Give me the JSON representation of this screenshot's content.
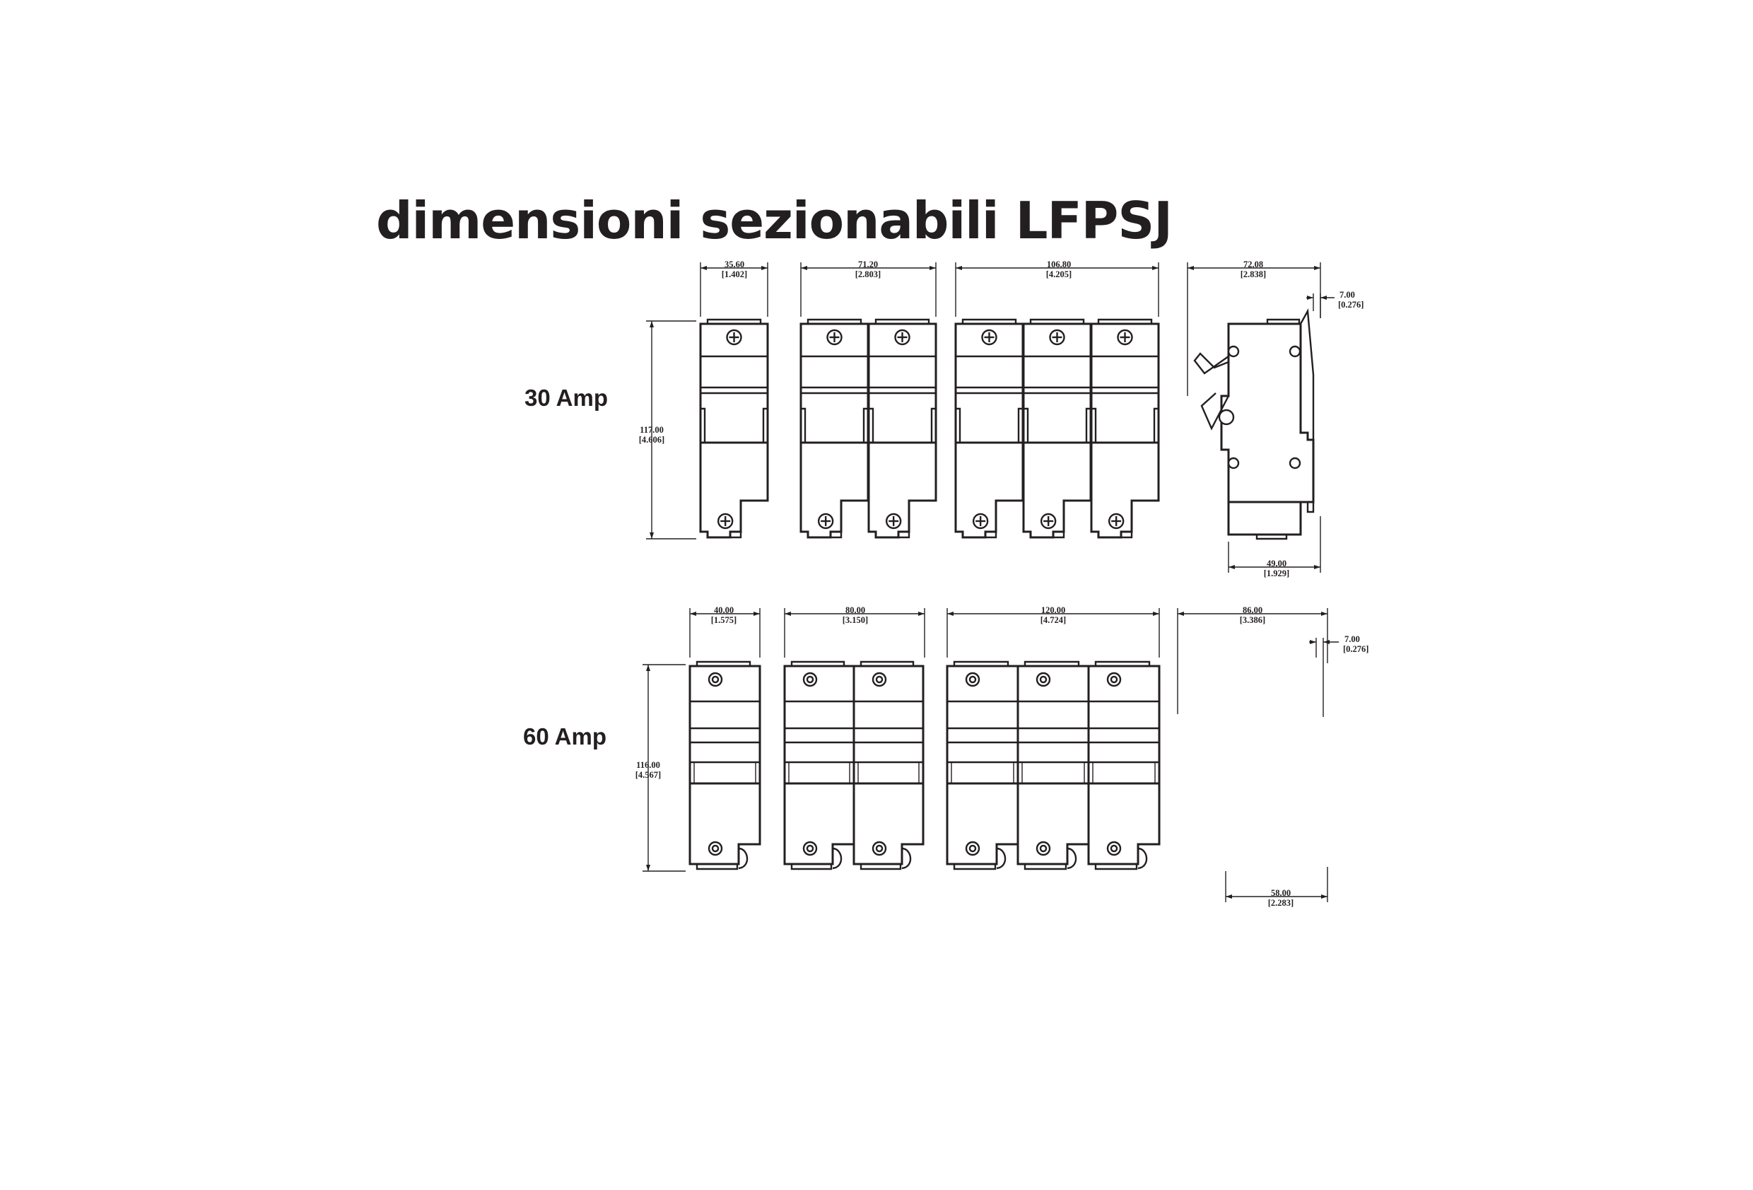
{
  "title": "dimensioni sezionabili LFPSJ",
  "rows": [
    {
      "label": "30 Amp",
      "height_dim": {
        "mm": "117.00",
        "in": "[4.606]"
      },
      "width_dims": [
        {
          "mm": "35.60",
          "in": "[1.402]"
        },
        {
          "mm": "71.20",
          "in": "[2.803]"
        },
        {
          "mm": "106.80",
          "in": "[4.205]"
        },
        {
          "mm": "72.08",
          "in": "[2.838]"
        }
      ],
      "side_offset_dim": {
        "mm": "7.00",
        "in": "[0.276]"
      },
      "side_base_dim": {
        "mm": "49.00",
        "in": "[1.929]"
      },
      "poles": [
        1,
        2,
        3
      ]
    },
    {
      "label": "60 Amp",
      "height_dim": {
        "mm": "116.00",
        "in": "[4.567]"
      },
      "width_dims": [
        {
          "mm": "40.00",
          "in": "[1.575]"
        },
        {
          "mm": "80.00",
          "in": "[3.150]"
        },
        {
          "mm": "120.00",
          "in": "[4.724]"
        },
        {
          "mm": "86.00",
          "in": "[3.386]"
        }
      ],
      "side_offset_dim": {
        "mm": "7.00",
        "in": "[0.276]"
      },
      "side_base_dim": {
        "mm": "58.00",
        "in": "[2.283]"
      },
      "poles": [
        1,
        2,
        3
      ]
    }
  ],
  "colors": {
    "ink": "#231f20",
    "background": "#ffffff"
  }
}
